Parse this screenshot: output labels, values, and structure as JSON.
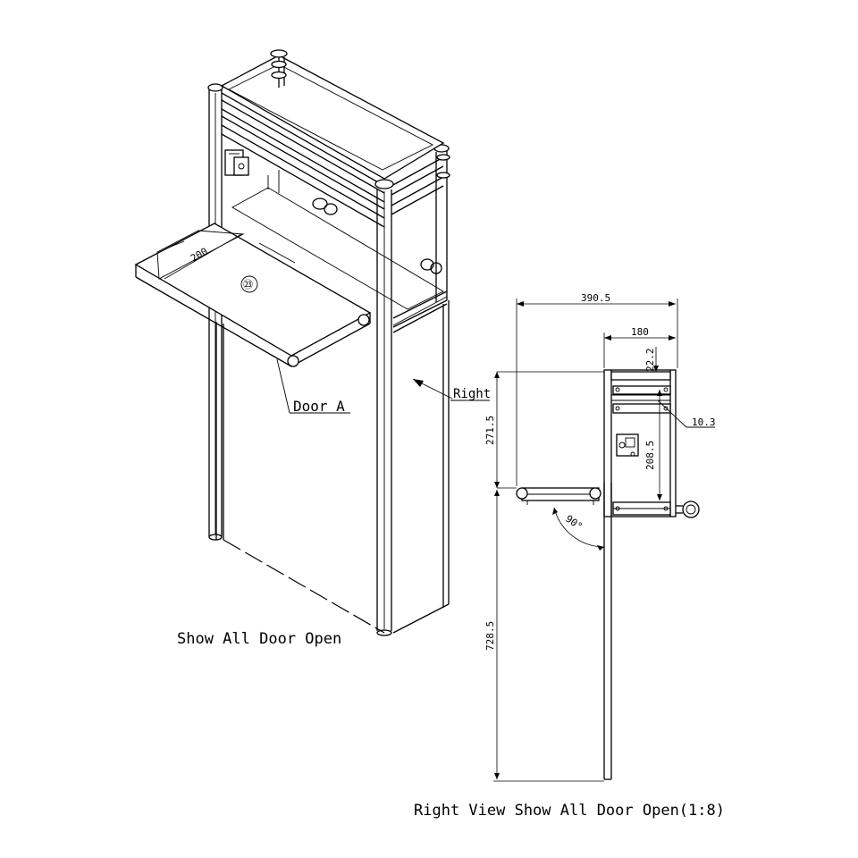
{
  "iso_view": {
    "caption": "Show All Door Open",
    "door_label": "Door A",
    "side_label": "Right",
    "shelf_dim": "200",
    "part_no": "㉓"
  },
  "right_view": {
    "caption": "Right View Show All Door Open(1:8)",
    "dims": {
      "overall_depth": "390.5",
      "top_depth": "180",
      "top_rail": "22.2",
      "rail_gap": "10.3",
      "inner_height": "208.5",
      "upper_height": "271.5",
      "lower_height": "728.5",
      "door_angle": "90°"
    }
  }
}
